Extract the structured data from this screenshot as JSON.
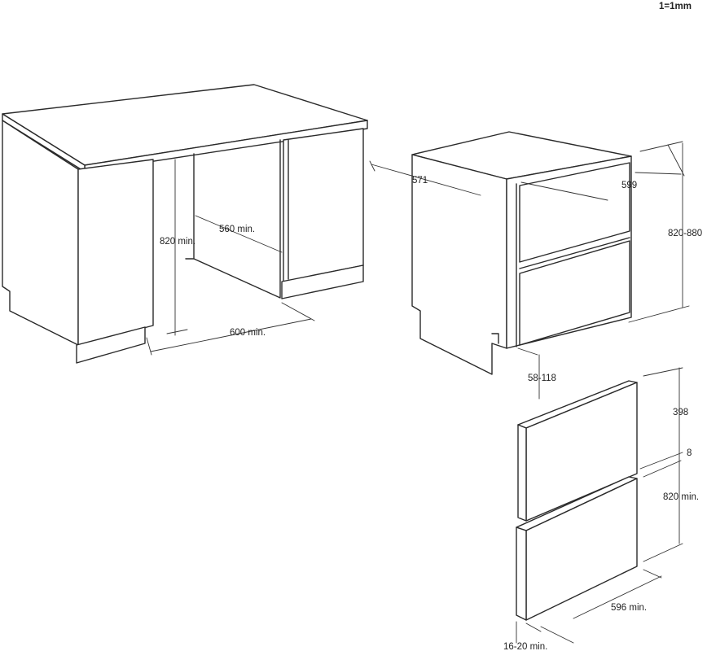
{
  "scale_note": "1=1mm",
  "cabinet_niche": {
    "height_label": "820 min.",
    "width_label": "560 min.",
    "depth_label": "600 min."
  },
  "appliance": {
    "depth_label": "571",
    "width_label": "599",
    "height_label": "820-880",
    "plinth_label": "58-118"
  },
  "door_panels": {
    "top_panel_label": "398",
    "gap_label": "8",
    "bottom_panel_label": "820 min.",
    "width_label": "596 min.",
    "thickness_label": "16-20 min."
  }
}
